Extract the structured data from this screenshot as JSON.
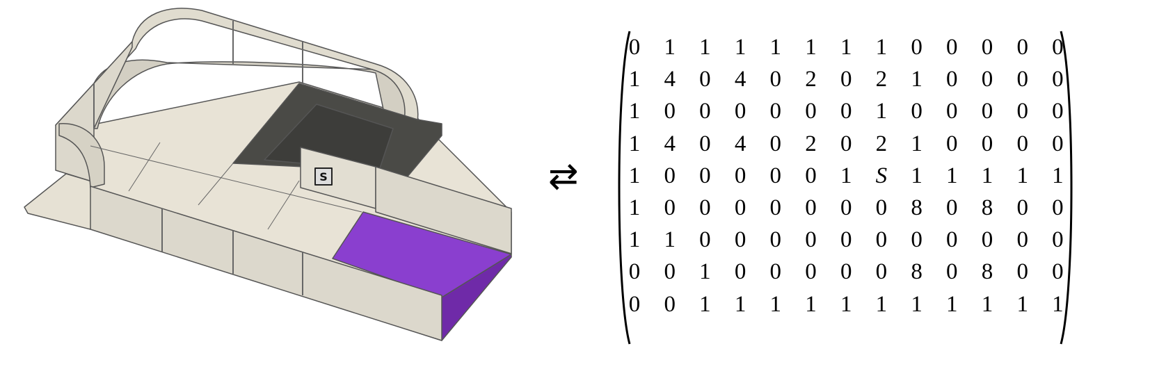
{
  "model": {
    "start_label": "S",
    "colors": {
      "wall": "#dcd8cc",
      "floor": "#e8e3d6",
      "edge": "#555555",
      "pit": "#4a4a46",
      "goal": "#8a3fcf"
    }
  },
  "relation_symbol": "⇄",
  "matrix": {
    "rows": [
      [
        "0",
        "1",
        "1",
        "1",
        "1",
        "1",
        "1",
        "1",
        "0",
        "0",
        "0",
        "0",
        "0"
      ],
      [
        "1",
        "4",
        "0",
        "4",
        "0",
        "2",
        "0",
        "2",
        "1",
        "0",
        "0",
        "0",
        "0"
      ],
      [
        "1",
        "0",
        "0",
        "0",
        "0",
        "0",
        "0",
        "1",
        "0",
        "0",
        "0",
        "0",
        "0"
      ],
      [
        "1",
        "4",
        "0",
        "4",
        "0",
        "2",
        "0",
        "2",
        "1",
        "0",
        "0",
        "0",
        "0"
      ],
      [
        "1",
        "0",
        "0",
        "0",
        "0",
        "0",
        "1",
        "S",
        "1",
        "1",
        "1",
        "1",
        "1"
      ],
      [
        "1",
        "0",
        "0",
        "0",
        "0",
        "0",
        "0",
        "0",
        "8",
        "0",
        "8",
        "0",
        "0"
      ],
      [
        "1",
        "1",
        "0",
        "0",
        "0",
        "0",
        "0",
        "0",
        "0",
        "0",
        "0",
        "0",
        "0"
      ],
      [
        "0",
        "0",
        "1",
        "0",
        "0",
        "0",
        "0",
        "0",
        "8",
        "0",
        "8",
        "0",
        "0"
      ],
      [
        "0",
        "0",
        "1",
        "1",
        "1",
        "1",
        "1",
        "1",
        "1",
        "1",
        "1",
        "1",
        "1"
      ]
    ]
  }
}
